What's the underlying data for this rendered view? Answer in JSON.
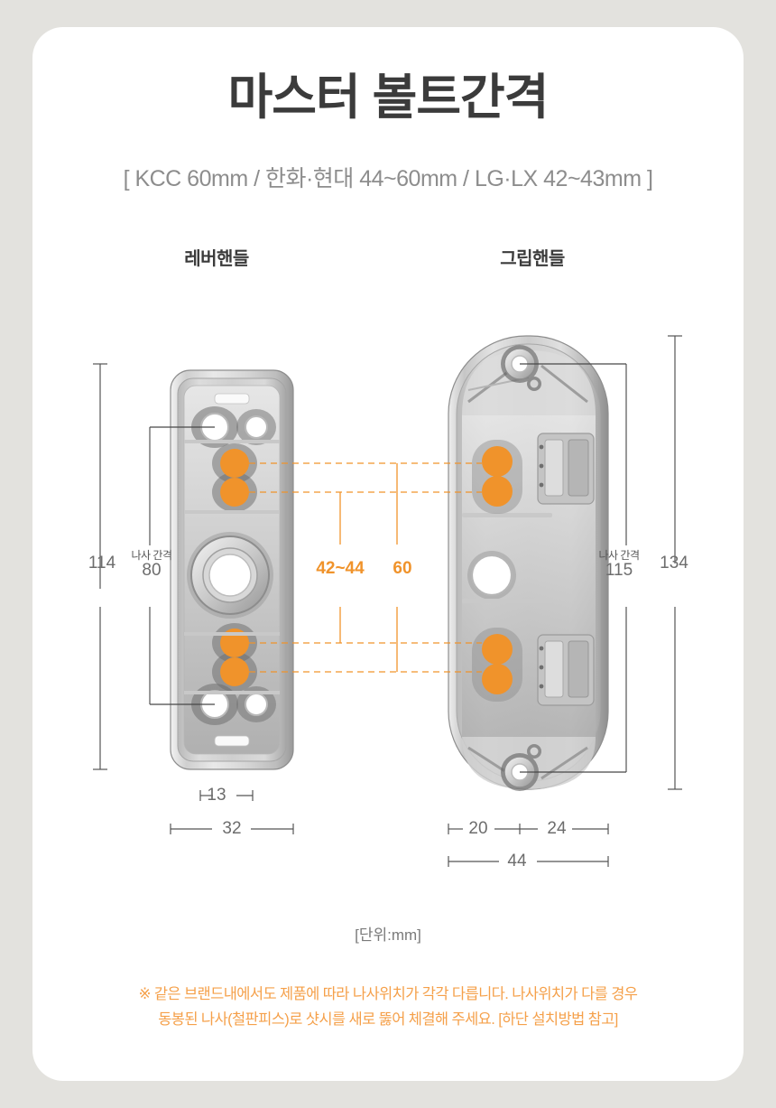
{
  "header": {
    "title": "마스터 볼트간격",
    "subtitle": "[ KCC 60mm / 한화·현대 44~60mm / LG·LX  42~43mm  ]"
  },
  "sections": {
    "lever_label": "레버핸들",
    "grip_label": "그립핸들"
  },
  "dimensions": {
    "lever_total_height": "114",
    "lever_screw_caption": "나사 간격",
    "lever_screw_value": "80",
    "center_gap_range": "42~44",
    "center_gap_single": "60",
    "grip_screw_caption": "나사 간격",
    "grip_screw_value": "115",
    "grip_total_height": "134",
    "lever_inner_width": "13",
    "lever_total_width": "32",
    "grip_width_left": "20",
    "grip_width_right": "24",
    "grip_total_width": "44"
  },
  "unit_note": "[단위:mm]",
  "notice": {
    "line1": "※ 같은 브랜드내에서도 제품에 따라 나사위치가 각각 다릅니다. 나사위치가 다를 경우",
    "line2": "동봉된 나사(철판피스)로 샷시를 새로 뚫어 체결해 주세요. [하단 설치방법 참고]"
  },
  "colors": {
    "accent_orange": "#f0932b",
    "notice_orange": "#f5a04a",
    "page_background": "#e3e2de",
    "card_background": "#ffffff",
    "text_dark": "#3b3b3b",
    "text_grey": "#8d8d8d"
  },
  "chart_data": {
    "type": "table",
    "title": "마스터 볼트간격",
    "unit": "mm",
    "rows": [
      {
        "part": "레버핸들",
        "total_height": 114,
        "screw_spacing": 80,
        "inner_width": 13,
        "total_width": 32
      },
      {
        "part": "그립핸들",
        "total_height": 134,
        "screw_spacing": 115,
        "width_left": 20,
        "width_right": 24,
        "total_width": 44
      }
    ],
    "bolt_gaps": [
      {
        "label": "42~44",
        "value_min": 42,
        "value_max": 44
      },
      {
        "label": "60",
        "value": 60
      }
    ],
    "brand_specs": [
      {
        "brand": "KCC",
        "spec": "60mm"
      },
      {
        "brand": "한화·현대",
        "spec": "44~60mm"
      },
      {
        "brand": "LG·LX",
        "spec": "42~43mm"
      }
    ]
  }
}
